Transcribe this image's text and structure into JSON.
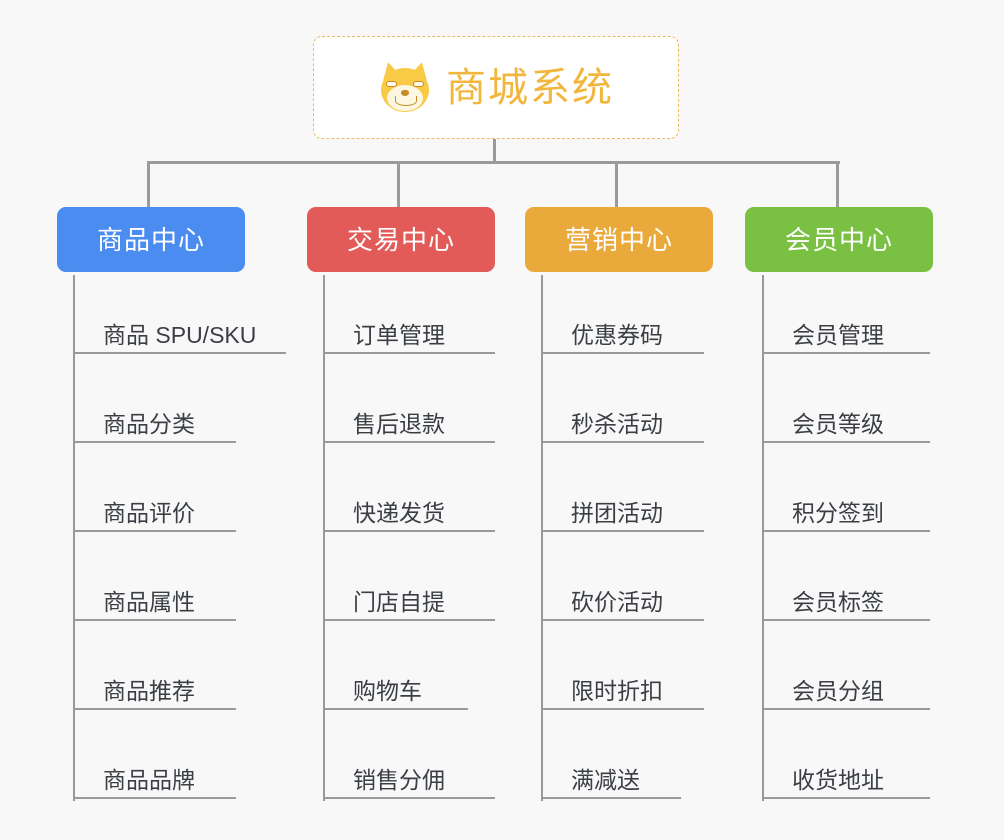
{
  "background_color": "#f8f8f9",
  "root": {
    "title": "商城系统",
    "icon": "shiba-dog-emoji",
    "text_color": "#f2b63c",
    "border_color": "#edb863"
  },
  "connector_color": "#9a9a9a",
  "columns": [
    {
      "id": "product-center",
      "label": "商品中心",
      "color": "#4a8cf0",
      "items": [
        "商品 SPU/SKU",
        "商品分类",
        "商品评价",
        "商品属性",
        "商品推荐",
        "商品品牌"
      ]
    },
    {
      "id": "trade-center",
      "label": "交易中心",
      "color": "#e25b58",
      "items": [
        "订单管理",
        "售后退款",
        "快递发货",
        "门店自提",
        "购物车",
        "销售分佣"
      ]
    },
    {
      "id": "marketing-center",
      "label": "营销中心",
      "color": "#eaa93b",
      "items": [
        "优惠券码",
        "秒杀活动",
        "拼团活动",
        "砍价活动",
        "限时折扣",
        "满减送"
      ]
    },
    {
      "id": "member-center",
      "label": "会员中心",
      "color": "#7ac143",
      "items": [
        "会员管理",
        "会员等级",
        "积分签到",
        "会员标签",
        "会员分组",
        "收货地址"
      ]
    }
  ]
}
